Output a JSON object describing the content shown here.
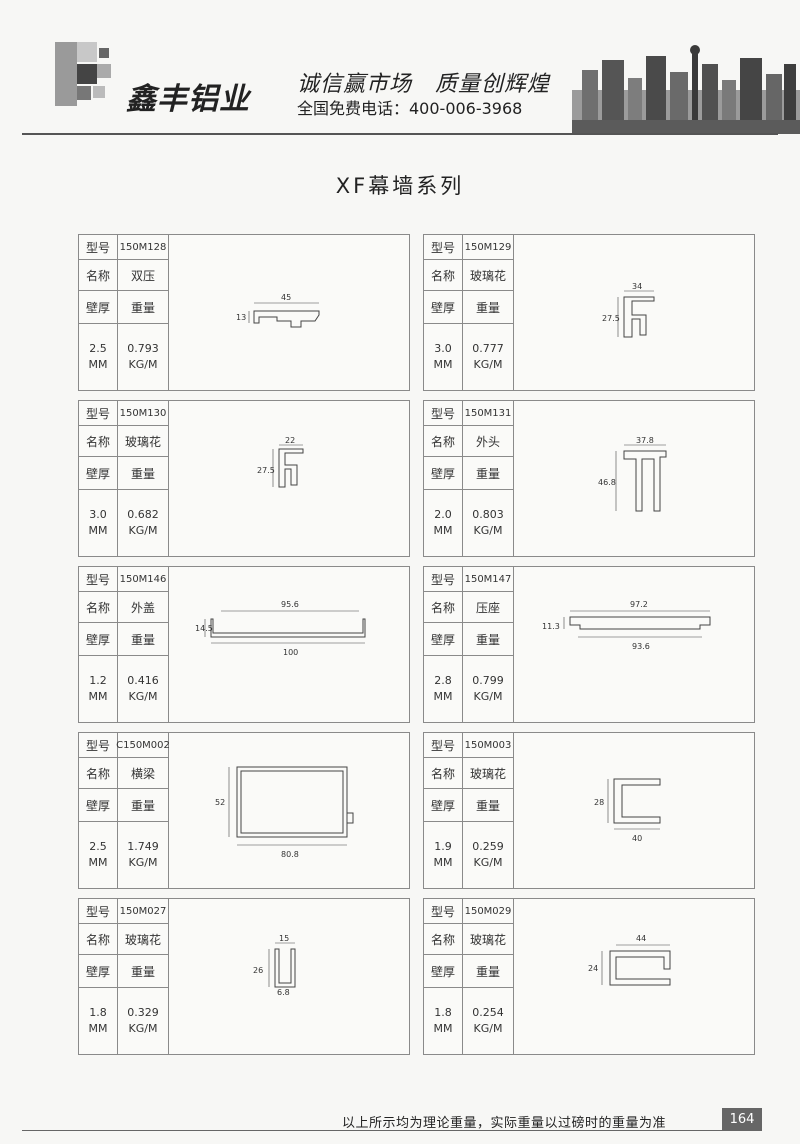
{
  "header": {
    "brand": "鑫丰铝业",
    "slogan": "诚信赢市场　质量创辉煌",
    "phone": "全国免费电话：400-006-3968"
  },
  "title": "XF幕墙系列",
  "labels": {
    "model": "型号",
    "name": "名称",
    "thickness": "壁厚",
    "weight": "重量"
  },
  "products": [
    {
      "code": "150M128",
      "name": "双压",
      "thickness": "2.5",
      "thickness_unit": "MM",
      "weight": "0.793",
      "weight_unit": "KG/M",
      "dims": [
        "45",
        "13"
      ]
    },
    {
      "code": "150M129",
      "name": "玻璃花",
      "thickness": "3.0",
      "thickness_unit": "MM",
      "weight": "0.777",
      "weight_unit": "KG/M",
      "dims": [
        "34",
        "27.5"
      ]
    },
    {
      "code": "150M130",
      "name": "玻璃花",
      "thickness": "3.0",
      "thickness_unit": "MM",
      "weight": "0.682",
      "weight_unit": "KG/M",
      "dims": [
        "22",
        "27.5"
      ]
    },
    {
      "code": "150M131",
      "name": "外头",
      "thickness": "2.0",
      "thickness_unit": "MM",
      "weight": "0.803",
      "weight_unit": "KG/M",
      "dims": [
        "37.8",
        "46.8"
      ]
    },
    {
      "code": "150M146",
      "name": "外盖",
      "thickness": "1.2",
      "thickness_unit": "MM",
      "weight": "0.416",
      "weight_unit": "KG/M",
      "dims": [
        "95.6",
        "14.5",
        "100"
      ]
    },
    {
      "code": "150M147",
      "name": "压座",
      "thickness": "2.8",
      "thickness_unit": "MM",
      "weight": "0.799",
      "weight_unit": "KG/M",
      "dims": [
        "97.2",
        "11.3",
        "93.6"
      ]
    },
    {
      "code": "C150M002",
      "name": "横梁",
      "thickness": "2.5",
      "thickness_unit": "MM",
      "weight": "1.749",
      "weight_unit": "KG/M",
      "dims": [
        "52",
        "80.8"
      ]
    },
    {
      "code": "150M003",
      "name": "玻璃花",
      "thickness": "1.9",
      "thickness_unit": "MM",
      "weight": "0.259",
      "weight_unit": "KG/M",
      "dims": [
        "28",
        "40"
      ]
    },
    {
      "code": "150M027",
      "name": "玻璃花",
      "thickness": "1.8",
      "thickness_unit": "MM",
      "weight": "0.329",
      "weight_unit": "KG/M",
      "dims": [
        "15",
        "26",
        "6.8"
      ]
    },
    {
      "code": "150M029",
      "name": "玻璃花",
      "thickness": "1.8",
      "thickness_unit": "MM",
      "weight": "0.254",
      "weight_unit": "KG/M",
      "dims": [
        "44",
        "24"
      ]
    }
  ],
  "footer": {
    "note": "以上所示均为理论重量，实际重量以过磅时的重量为准",
    "page": "164"
  }
}
